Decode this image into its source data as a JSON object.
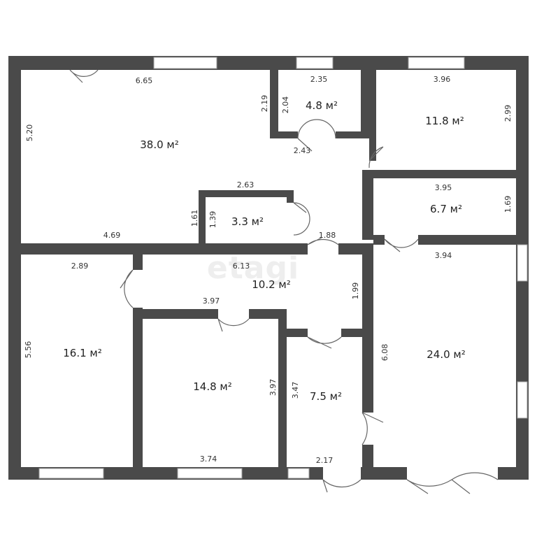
{
  "watermark": "etagi",
  "rooms": [
    {
      "id": "living-room",
      "area": "38.0 м²"
    },
    {
      "id": "storage-top",
      "area": "4.8 м²"
    },
    {
      "id": "bedroom-ne",
      "area": "11.8 м²"
    },
    {
      "id": "bathroom",
      "area": "6.7 м²"
    },
    {
      "id": "closet",
      "area": "3.3 м²"
    },
    {
      "id": "corridor",
      "area": "10.2 м²"
    },
    {
      "id": "bedroom-sw",
      "area": "16.1 м²"
    },
    {
      "id": "bedroom-s",
      "area": "14.8 м²"
    },
    {
      "id": "hall",
      "area": "7.5 м²"
    },
    {
      "id": "room-east",
      "area": "24.0 м²"
    }
  ],
  "dimensions": [
    "6.65",
    "5.20",
    "2.35",
    "2.19",
    "2.04",
    "2.43",
    "3.96",
    "2.99",
    "2.63",
    "1.61",
    "1.39",
    "4.69",
    "3.95",
    "1.69",
    "1.88",
    "3.94",
    "2.89",
    "6.13",
    "1.99",
    "3.97",
    "5.56",
    "6.08",
    "3.97",
    "3.47",
    "3.74",
    "2.17"
  ]
}
